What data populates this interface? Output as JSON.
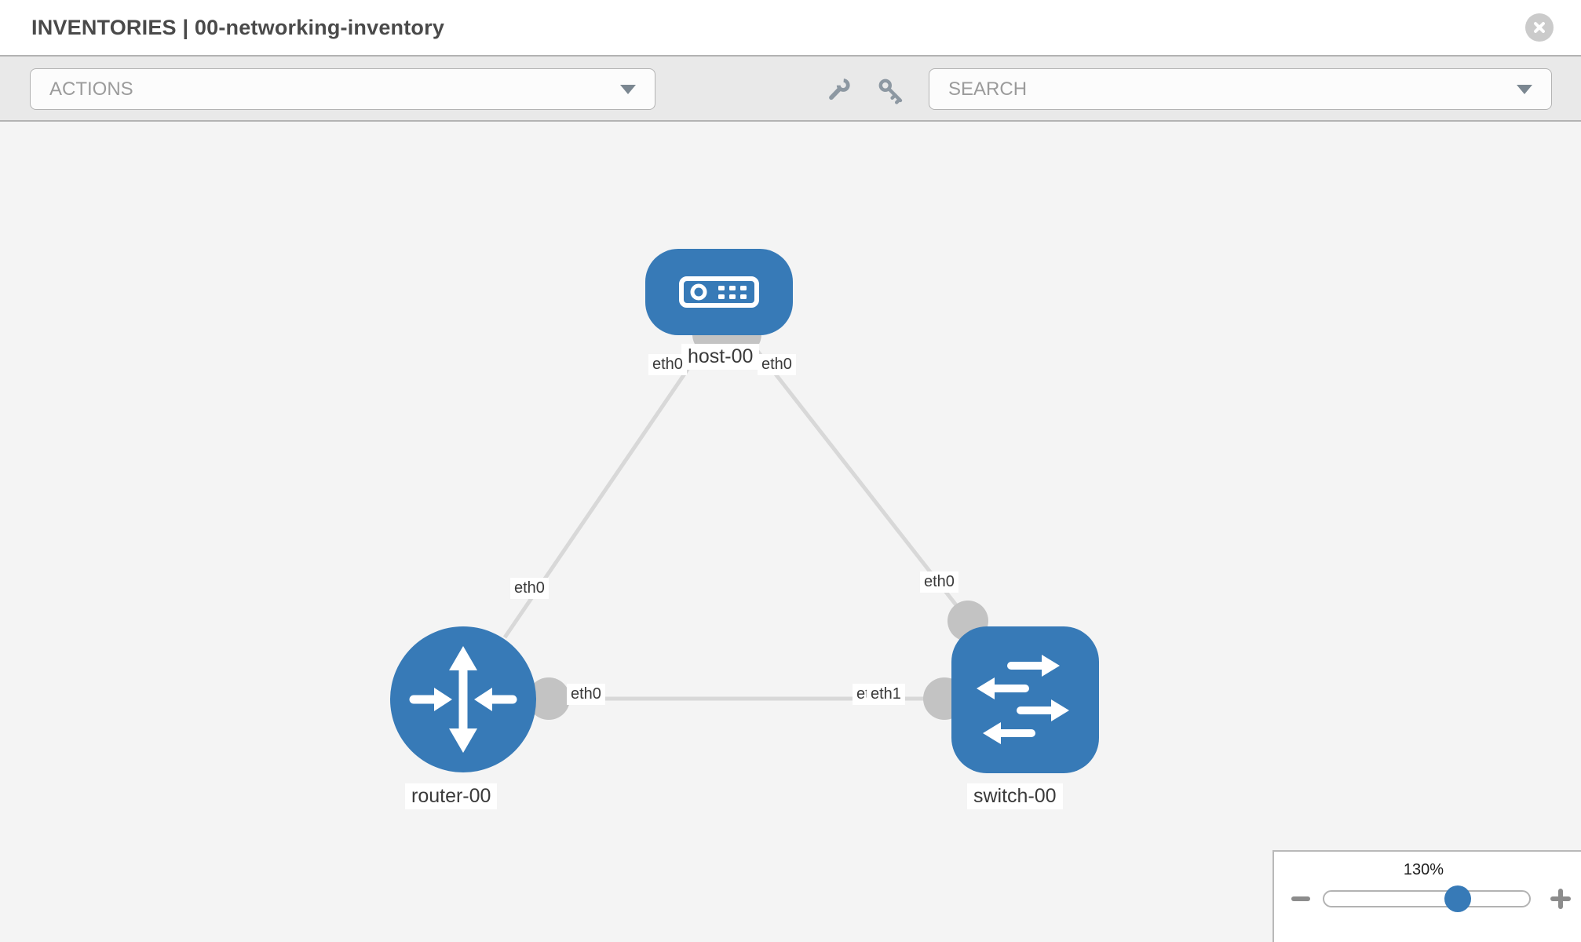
{
  "header": {
    "title": "INVENTORIES | 00-networking-inventory"
  },
  "toolbar": {
    "actions_label": "ACTIONS",
    "search_placeholder": "SEARCH",
    "icons": [
      "wrench-icon",
      "key-icon"
    ]
  },
  "canvas": {
    "nodes": [
      {
        "label": "host-00",
        "type": "host"
      },
      {
        "label": "router-00",
        "type": "router"
      },
      {
        "label": "switch-00",
        "type": "switch"
      }
    ],
    "interfaces": {
      "host_left": "eth0",
      "host_right": "eth0",
      "router_top": "eth0",
      "switch_top": "eth0",
      "router_right": "eth0",
      "switch_left_back": "eth0",
      "switch_left_front": "eth1"
    },
    "links": [
      {
        "from": "host-00",
        "from_if": "eth0",
        "to": "router-00",
        "to_if": "eth0"
      },
      {
        "from": "host-00",
        "from_if": "eth0",
        "to": "switch-00",
        "to_if": "eth0"
      },
      {
        "from": "router-00",
        "from_if": "eth0",
        "to": "switch-00",
        "to_if": "eth1"
      }
    ]
  },
  "zoom_control": {
    "value": "130%"
  },
  "colors": {
    "node_blue": "#377ab7",
    "link_gray": "#d8d8d8",
    "connector_gray": "#c3c3c3",
    "toolbar_bg": "#e9e9e9",
    "canvas_bg": "#f4f4f4",
    "title_text": "#4a4a4a",
    "muted_text": "#9b9b9b"
  }
}
